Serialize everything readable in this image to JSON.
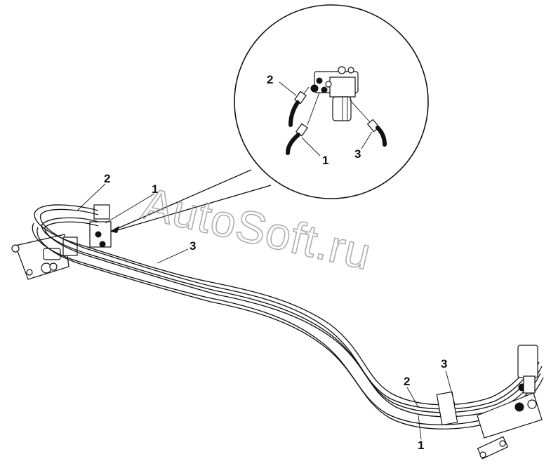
{
  "diagram": {
    "watermark": "AutoSoft.ru",
    "detail_callouts": [
      {
        "id": "d2",
        "label": "2"
      },
      {
        "id": "d1",
        "label": "1"
      },
      {
        "id": "d3",
        "label": "3"
      }
    ],
    "main_callouts": [
      {
        "id": "m2-left",
        "label": "2"
      },
      {
        "id": "m1-left",
        "label": "1"
      },
      {
        "id": "m3-middle",
        "label": "3"
      },
      {
        "id": "m3-right",
        "label": "3"
      },
      {
        "id": "m2-right",
        "label": "2"
      },
      {
        "id": "m1-right",
        "label": "1"
      }
    ]
  }
}
